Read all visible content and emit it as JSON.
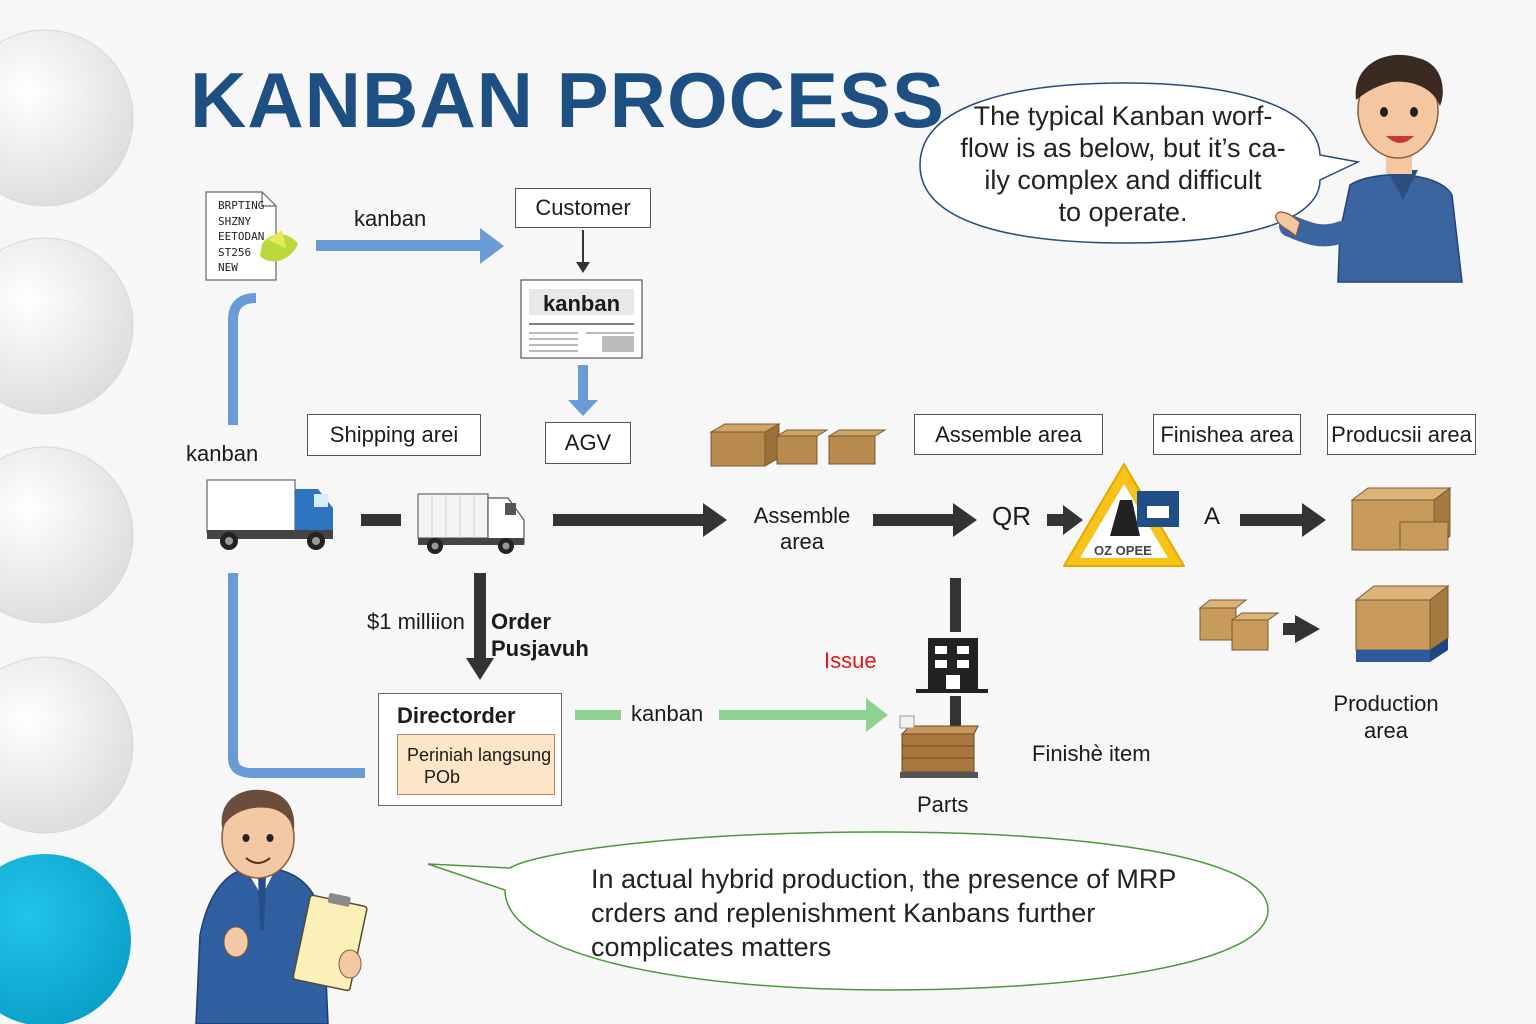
{
  "title": "KANBAN PROCESS",
  "colors": {
    "title": "#1d4f82",
    "blue_arrow": "#6b9bd6",
    "green_arrow": "#8fd18f",
    "dark_arrow": "#333333",
    "issue": "#e01818",
    "accent_circle": "#10b2d8"
  },
  "speech_top": {
    "line1": "The typical Kanban worf-",
    "line2": "flow is as below, but it’s ca-",
    "line3": "ily complex and difficult",
    "line4": "to operate."
  },
  "speech_bottom": {
    "line1": "In actual hybrid production, the presence of MRP",
    "line2": "crders and replenishment Kanbans further",
    "line3": "complicates matters"
  },
  "document": {
    "lines": [
      "BRPTING",
      "SHZNY",
      "EETODAN",
      "ST256",
      "NEW"
    ]
  },
  "labels": {
    "kanban_top": "kanban",
    "kanban_left": "kanban",
    "kanban_green": "kanban",
    "customer": "Customer",
    "kanban_card": "kanban",
    "agv": "AGV",
    "shipping_area": "Shipping arei",
    "assemble_area_box": "Assemble area",
    "finished_area_box": "Finishea area",
    "production_area_box": "Producsii area",
    "assemble_line1": "Assemble",
    "assemble_line2": "area",
    "qr": "QR",
    "a": "A",
    "warning_sign": "OZ OPEE",
    "million": "$1 milliion",
    "order_line1": "Order",
    "order_line2": "Pusjavuh",
    "issue": "Issue",
    "direct_order": "Directorder",
    "note_line1": "Periniah langsung",
    "note_line2": "POb",
    "parts": "Parts",
    "finished_item": "Finishè item",
    "production_line1": "Production",
    "production_line2": "area"
  }
}
